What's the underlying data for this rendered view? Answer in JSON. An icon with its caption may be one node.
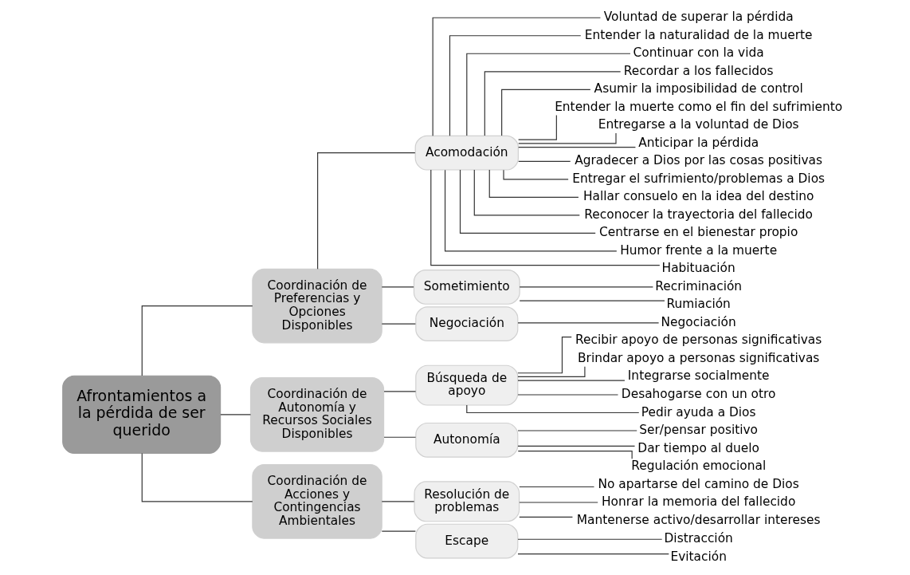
{
  "diagram": {
    "nodes": [
      {
        "text": [
          "Afrontamientos a la pérdida de ser querido"
        ]
      },
      {
        "text": [
          "Coordinación de Preferencias y Opciones Disponibles"
        ]
      },
      {
        "text": [
          "Acomodación"
        ]
      },
      {
        "text": [
          "Voluntad de superar la pérdida"
        ]
      },
      {
        "text": [
          "Entender la naturalidad de la muerte"
        ]
      },
      {
        "text": [
          "Continuar con la vida"
        ]
      },
      {
        "text": [
          "Recordar a los fallecidos"
        ]
      },
      {
        "text": [
          "Asumir la imposibilidad de control"
        ]
      },
      {
        "text": [
          "Entender la muerte como el fin del sufrimiento"
        ]
      },
      {
        "text": [
          "Entregarse a la voluntad de Dios"
        ]
      },
      {
        "text": [
          "Anticipar la pérdida"
        ]
      },
      {
        "text": [
          "Agradecer a Dios por las cosas positivas"
        ]
      },
      {
        "text": [
          "Entregar el sufrimiento/problemas a Dios"
        ]
      },
      {
        "text": [
          "Hallar consuelo en la idea del destino"
        ]
      },
      {
        "text": [
          "Reconocer la trayectoria del fallecido"
        ]
      },
      {
        "text": [
          "Centrarse en el bienestar propio"
        ]
      },
      {
        "text": [
          "Humor frente a la muerte"
        ]
      },
      {
        "text": [
          "Habituación"
        ]
      },
      {
        "text": [
          "Sometimiento"
        ]
      },
      {
        "text": [
          "Recriminación"
        ]
      },
      {
        "text": [
          "Rumiación"
        ]
      },
      {
        "text": [
          "Negociación"
        ]
      },
      {
        "text": [
          "Negociación"
        ]
      },
      {
        "text": [
          "Coordinación de Autonomía y Recursos Sociales Disponibles"
        ]
      },
      {
        "text": [
          "Búsqueda de apoyo"
        ]
      },
      {
        "text": [
          "Recibir apoyo de personas significativas"
        ]
      },
      {
        "text": [
          "Brindar apoyo a personas significativas"
        ]
      },
      {
        "text": [
          "Integrarse socialmente"
        ]
      },
      {
        "text": [
          "Desahogarse con un otro"
        ]
      },
      {
        "text": [
          "Pedir ayuda a Dios"
        ]
      },
      {
        "text": [
          "Autonomía"
        ]
      },
      {
        "text": [
          "Ser/pensar positivo"
        ]
      },
      {
        "text": [
          "Dar tiempo al duelo"
        ]
      },
      {
        "text": [
          "Regulación emocional"
        ]
      },
      {
        "text": [
          "Coordinación de Acciones y Contingencias Ambientales"
        ]
      },
      {
        "text": [
          "Resolución de problemas"
        ]
      },
      {
        "text": [
          "No apartarse del camino de Dios"
        ]
      },
      {
        "text": [
          "Honrar la memoria del fallecido"
        ]
      },
      {
        "text": [
          "Mantenerse activo/desarrollar intereses"
        ]
      },
      {
        "text": [
          "Escape"
        ]
      },
      {
        "text": [
          "Distracción"
        ]
      },
      {
        "text": [
          "Evitación"
        ]
      }
    ],
    "edges": [
      {
        "from": 0,
        "to": 1,
        "arrow": "none"
      },
      {
        "from": 1,
        "to": 2,
        "arrow": "none"
      },
      {
        "from": 2,
        "to": 3,
        "arrow": "none"
      },
      {
        "from": 2,
        "to": 4,
        "arrow": "none"
      },
      {
        "from": 2,
        "to": 5,
        "arrow": "none"
      },
      {
        "from": 2,
        "to": 6,
        "arrow": "none"
      },
      {
        "from": 2,
        "to": 7,
        "arrow": "none"
      },
      {
        "from": 2,
        "to": 8,
        "arrow": "none"
      },
      {
        "from": 2,
        "to": 9,
        "arrow": "none"
      },
      {
        "from": 2,
        "to": 10,
        "arrow": "none"
      },
      {
        "from": 2,
        "to": 11,
        "arrow": "none"
      },
      {
        "from": 2,
        "to": 12,
        "arrow": "none"
      },
      {
        "from": 2,
        "to": 13,
        "arrow": "none"
      },
      {
        "from": 2,
        "to": 14,
        "arrow": "none"
      },
      {
        "from": 2,
        "to": 15,
        "arrow": "none"
      },
      {
        "from": 2,
        "to": 16,
        "arrow": "none"
      },
      {
        "from": 2,
        "to": 17,
        "arrow": "none"
      },
      {
        "from": 1,
        "to": 18,
        "arrow": "none"
      },
      {
        "from": 18,
        "to": 19,
        "arrow": "none"
      },
      {
        "from": 18,
        "to": 20,
        "arrow": "none"
      },
      {
        "from": 1,
        "to": 21,
        "arrow": "none"
      },
      {
        "from": 21,
        "to": 22,
        "arrow": "none"
      },
      {
        "from": 0,
        "to": 23,
        "arrow": "none"
      },
      {
        "from": 23,
        "to": 24,
        "arrow": "none"
      },
      {
        "from": 24,
        "to": 25,
        "arrow": "none"
      },
      {
        "from": 24,
        "to": 26,
        "arrow": "none"
      },
      {
        "from": 24,
        "to": 27,
        "arrow": "none"
      },
      {
        "from": 24,
        "to": 28,
        "arrow": "none"
      },
      {
        "from": 24,
        "to": 29,
        "arrow": "none"
      },
      {
        "from": 23,
        "to": 30,
        "arrow": "none"
      },
      {
        "from": 30,
        "to": 31,
        "arrow": "none"
      },
      {
        "from": 30,
        "to": 32,
        "arrow": "none"
      },
      {
        "from": 30,
        "to": 33,
        "arrow": "none"
      },
      {
        "from": 0,
        "to": 34,
        "arrow": "none"
      },
      {
        "from": 34,
        "to": 35,
        "arrow": "none"
      },
      {
        "from": 35,
        "to": 36,
        "arrow": "none"
      },
      {
        "from": 35,
        "to": 37,
        "arrow": "none"
      },
      {
        "from": 35,
        "to": 38,
        "arrow": "none"
      },
      {
        "from": 34,
        "to": 39,
        "arrow": "none"
      },
      {
        "from": 39,
        "to": 40,
        "arrow": "none"
      },
      {
        "from": 39,
        "to": 41,
        "arrow": "none"
      }
    ]
  }
}
